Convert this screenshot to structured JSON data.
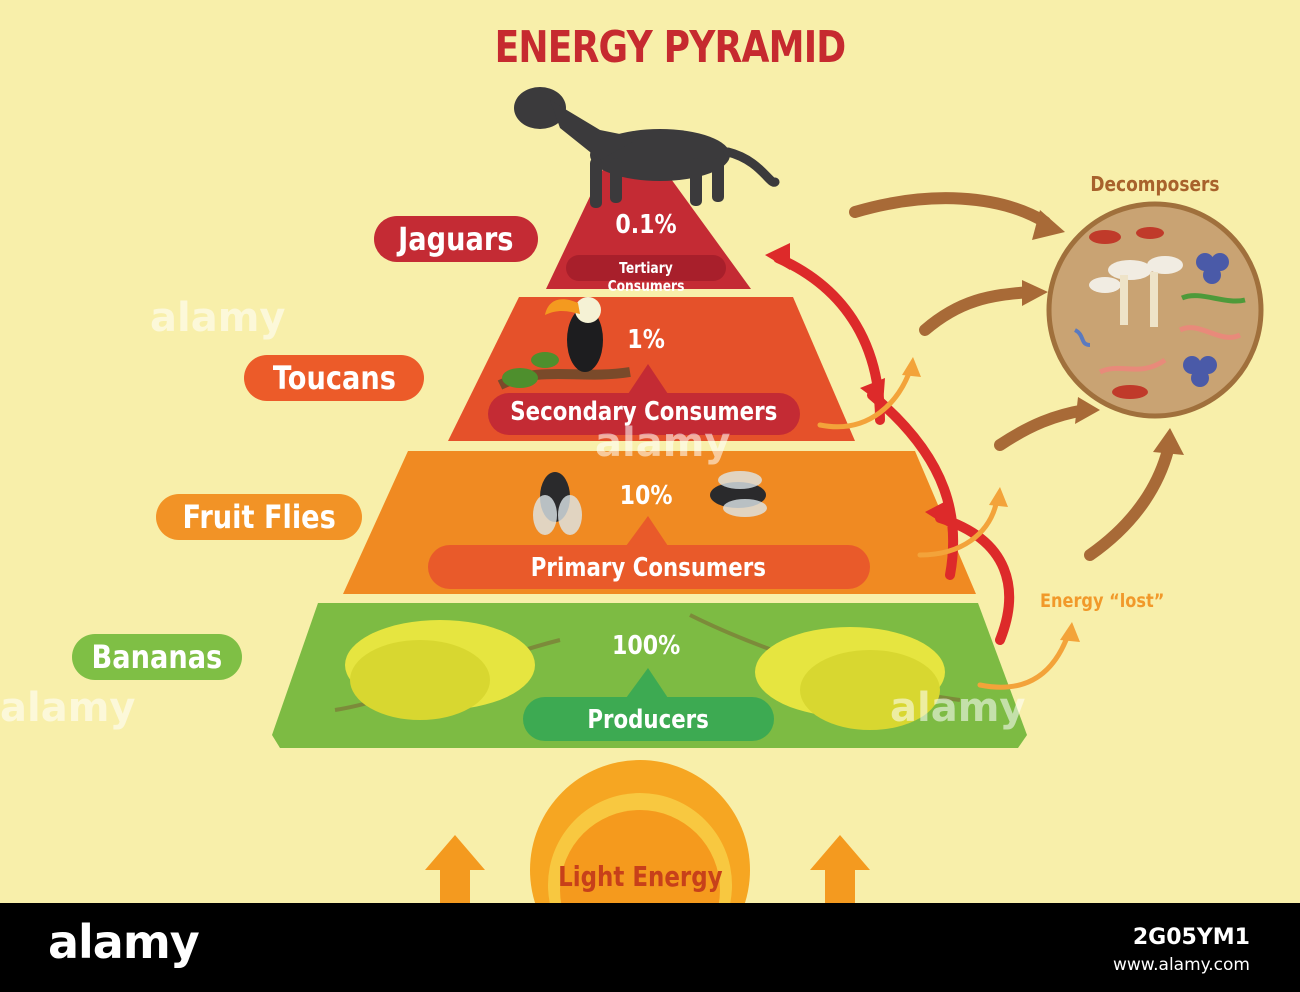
{
  "title": "ENERGY PYRAMID",
  "levels": [
    {
      "label": "Jaguars",
      "percent": "0.1%",
      "level": "Tertiary Consumers",
      "color": "#c42b34",
      "pill_color": "#c42b34"
    },
    {
      "label": "Toucans",
      "percent": "1%",
      "level": "Secondary Consumers",
      "color": "#e5512a",
      "pill_color": "#ec5b29"
    },
    {
      "label": "Fruit Flies",
      "percent": "10%",
      "level": "Primary Consumers",
      "color": "#f08a22",
      "pill_color": "#f29326"
    },
    {
      "label": "Bananas",
      "percent": "100%",
      "level": "Producers",
      "color": "#7dbb43",
      "pill_color": "#7fbf45"
    }
  ],
  "decomposers_label": "Decomposers",
  "energy_lost_label": "Energy “lost”",
  "light_energy_label": "Light Energy",
  "colors": {
    "background": "#f8efaa",
    "title": "#c62a2f",
    "flow_arrow": "#dd2a2a",
    "lost_arrow": "#f3a33a",
    "decomposer_arrow": "#a86a37"
  },
  "watermark": {
    "brand": "alamy",
    "image_id": "2G05YM1",
    "site": "www.alamy.com"
  }
}
